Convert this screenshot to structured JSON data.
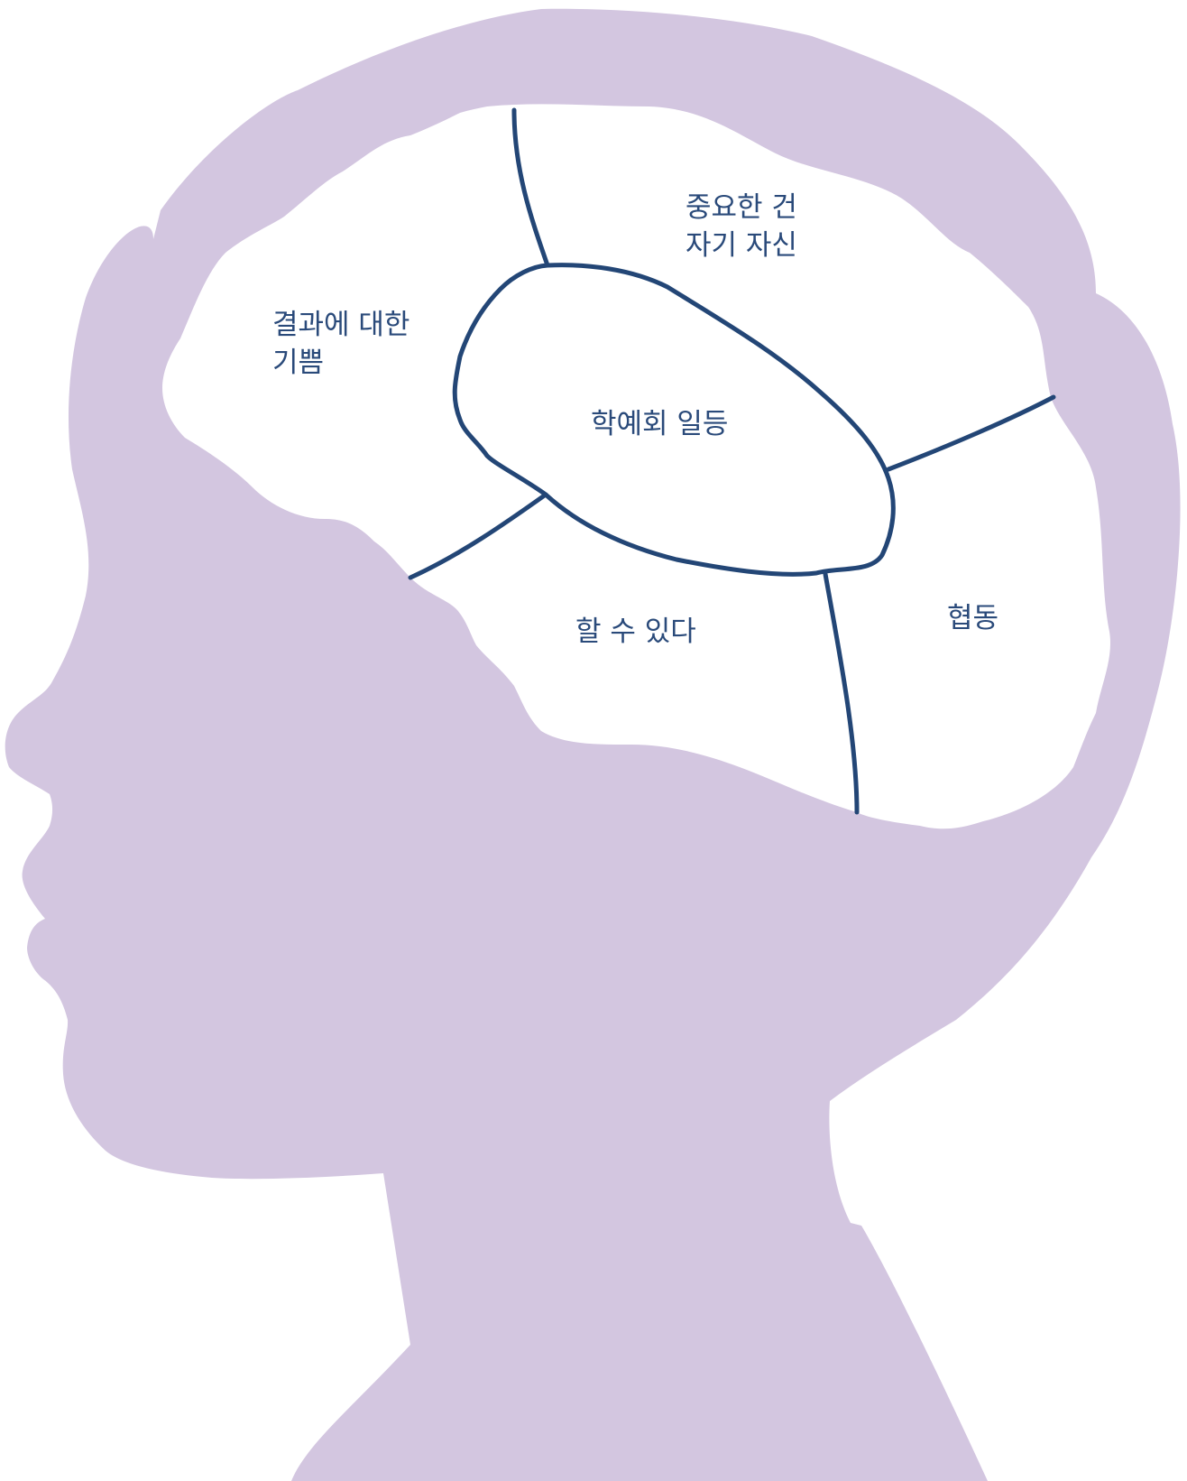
{
  "colors": {
    "silhouette": "#d3c6e0",
    "brain_fill": "#ffffff",
    "line": "#234676",
    "text": "#2a4a7a"
  },
  "regions": {
    "self": "중요한 건\n자기 자신",
    "joy": "결과에 대한\n기쁨",
    "center": "학예회 일등",
    "can_do": "할 수 있다",
    "cooperation": "협동"
  }
}
